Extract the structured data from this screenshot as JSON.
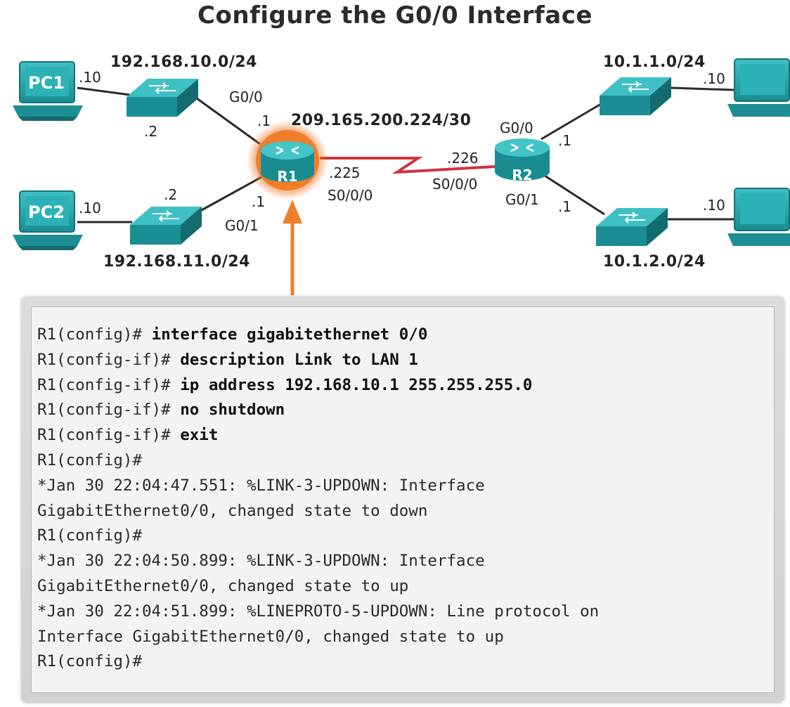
{
  "title": "Configure the G0/0 Interface",
  "topology": {
    "networks": {
      "lan1": "192.168.10.0/24",
      "lan2": "192.168.11.0/24",
      "wan": "209.165.200.224/30",
      "lan3": "10.1.1.0/24",
      "lan4": "10.1.2.0/24"
    },
    "devices": {
      "pc1": "PC1",
      "pc2": "PC2",
      "r1": "R1",
      "r2": "R2"
    },
    "labels": {
      "pc1_host": ".10",
      "pc2_host": ".10",
      "sw1_host": ".2",
      "sw2_host": ".2",
      "r1_g00_port": "G0/0",
      "r1_g00_host": ".1",
      "r1_g01_host": ".1",
      "r1_g01_port": "G0/1",
      "r1_s000_host": ".225",
      "r1_s000_port": "S0/0/0",
      "r2_s000_host": ".226",
      "r2_s000_port": "S0/0/0",
      "r2_g00_port": "G0/0",
      "r2_g00_host": ".1",
      "r2_g01_port": "G0/1",
      "r2_g01_host": ".1",
      "pc3_host": ".10",
      "pc4_host": ".10"
    },
    "colors": {
      "device": "#1e9ba0",
      "highlight": "#f07d2a",
      "serial_link": "#d1323f",
      "link": "#2a2a2a"
    }
  },
  "terminal": {
    "lines": [
      {
        "prompt": "R1(config)# ",
        "command": "interface gigabitethernet 0/0"
      },
      {
        "prompt": "R1(config-if)# ",
        "command": "description Link to LAN 1"
      },
      {
        "prompt": "R1(config-if)# ",
        "command": "ip address 192.168.10.1 255.255.255.0"
      },
      {
        "prompt": "R1(config-if)# ",
        "command": "no shutdown"
      },
      {
        "prompt": "R1(config-if)# ",
        "command": "exit"
      },
      {
        "prompt": "R1(config)#",
        "command": ""
      },
      {
        "prompt": "*Jan 30 22:04:47.551: %LINK-3-UPDOWN: Interface",
        "command": ""
      },
      {
        "prompt": "GigabitEthernet0/0, changed state to down",
        "command": ""
      },
      {
        "prompt": "R1(config)#",
        "command": ""
      },
      {
        "prompt": "*Jan 30 22:04:50.899: %LINK-3-UPDOWN: Interface",
        "command": ""
      },
      {
        "prompt": "GigabitEthernet0/0, changed state to up",
        "command": ""
      },
      {
        "prompt": "*Jan 30 22:04:51.899: %LINEPROTO-5-UPDOWN: Line protocol on",
        "command": ""
      },
      {
        "prompt": "Interface GigabitEthernet0/0, changed state to up",
        "command": ""
      },
      {
        "prompt": "R1(config)#",
        "command": ""
      }
    ]
  }
}
